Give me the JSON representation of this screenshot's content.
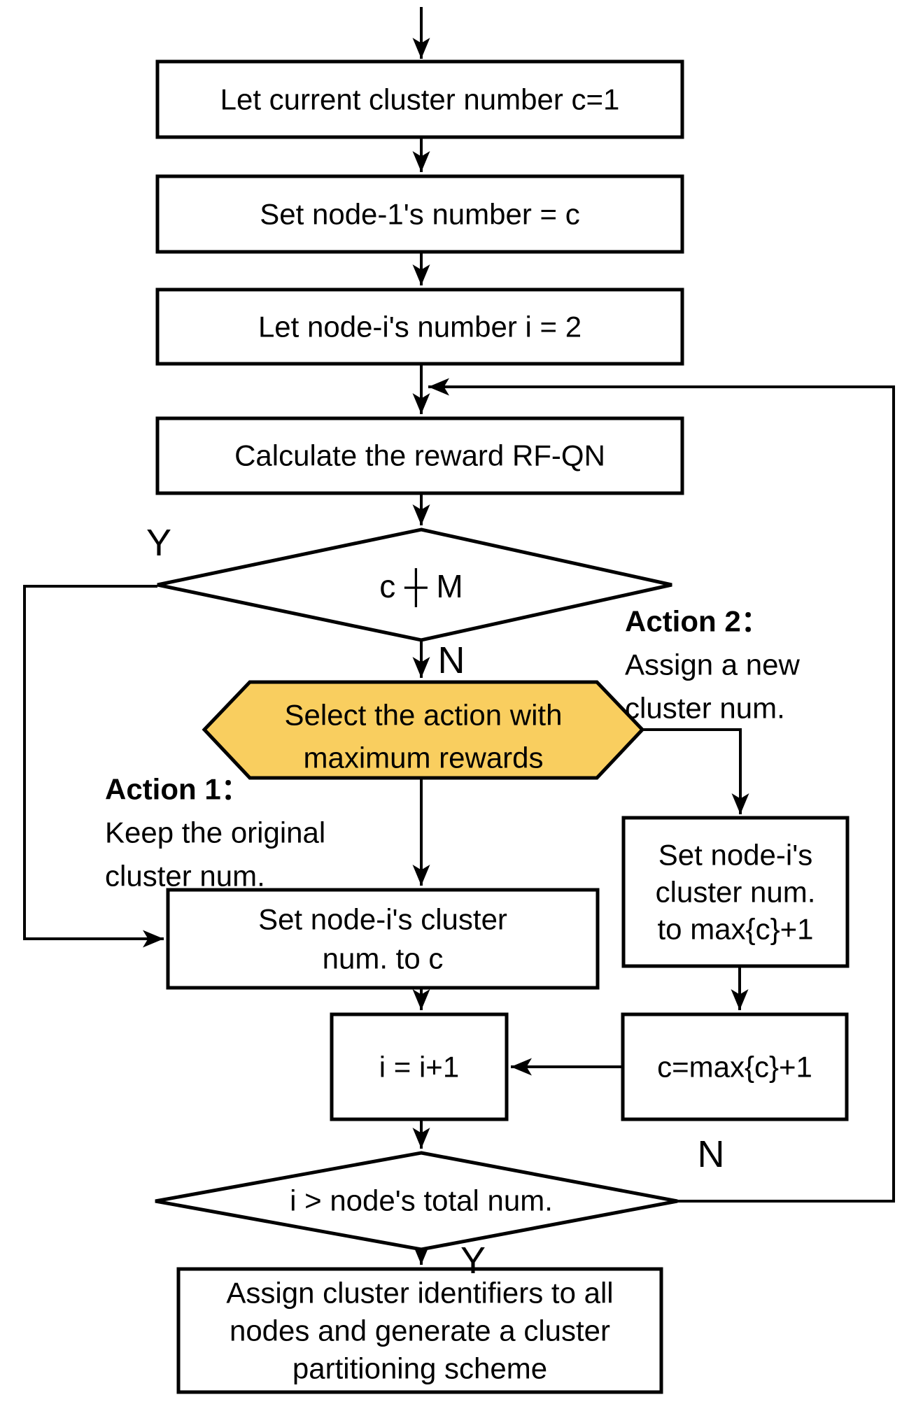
{
  "colors": {
    "hexagon_fill": "#F9CE5F",
    "stroke": "#000000",
    "background": "#FFFFFF"
  },
  "steps": {
    "init_cluster": "Let current cluster number c=1",
    "set_node1": "Set node-1's number = c",
    "init_i": "Let node-i's number i = 2",
    "calc_reward": "Calculate the reward RF-QN",
    "decision_cm": "c ┼ M",
    "select_action": {
      "line1": "Select the action with",
      "line2": "maximum rewards"
    },
    "action1": {
      "title": "Action 1：",
      "line1": "Keep the original",
      "line2": "cluster num."
    },
    "action2": {
      "title": "Action 2：",
      "line1": "Assign a new",
      "line2": "cluster num."
    },
    "set_cluster_c": {
      "line1": "Set node-i's cluster",
      "line2": "num. to c"
    },
    "set_cluster_max": {
      "line1": "Set node-i's",
      "line2": "cluster num.",
      "line3": "to max{c}+1"
    },
    "increment_i": "i = i+1",
    "update_c": "c=max{c}+1",
    "decision_total": "i > node's total num.",
    "final": {
      "line1": "Assign cluster identifiers to all",
      "line2": "nodes and generate a cluster",
      "line3": "partitioning scheme"
    }
  },
  "branch_labels": {
    "decision_cm_yes": "Y",
    "decision_cm_no": "N",
    "decision_total_yes": "Y",
    "decision_total_no": "N"
  }
}
